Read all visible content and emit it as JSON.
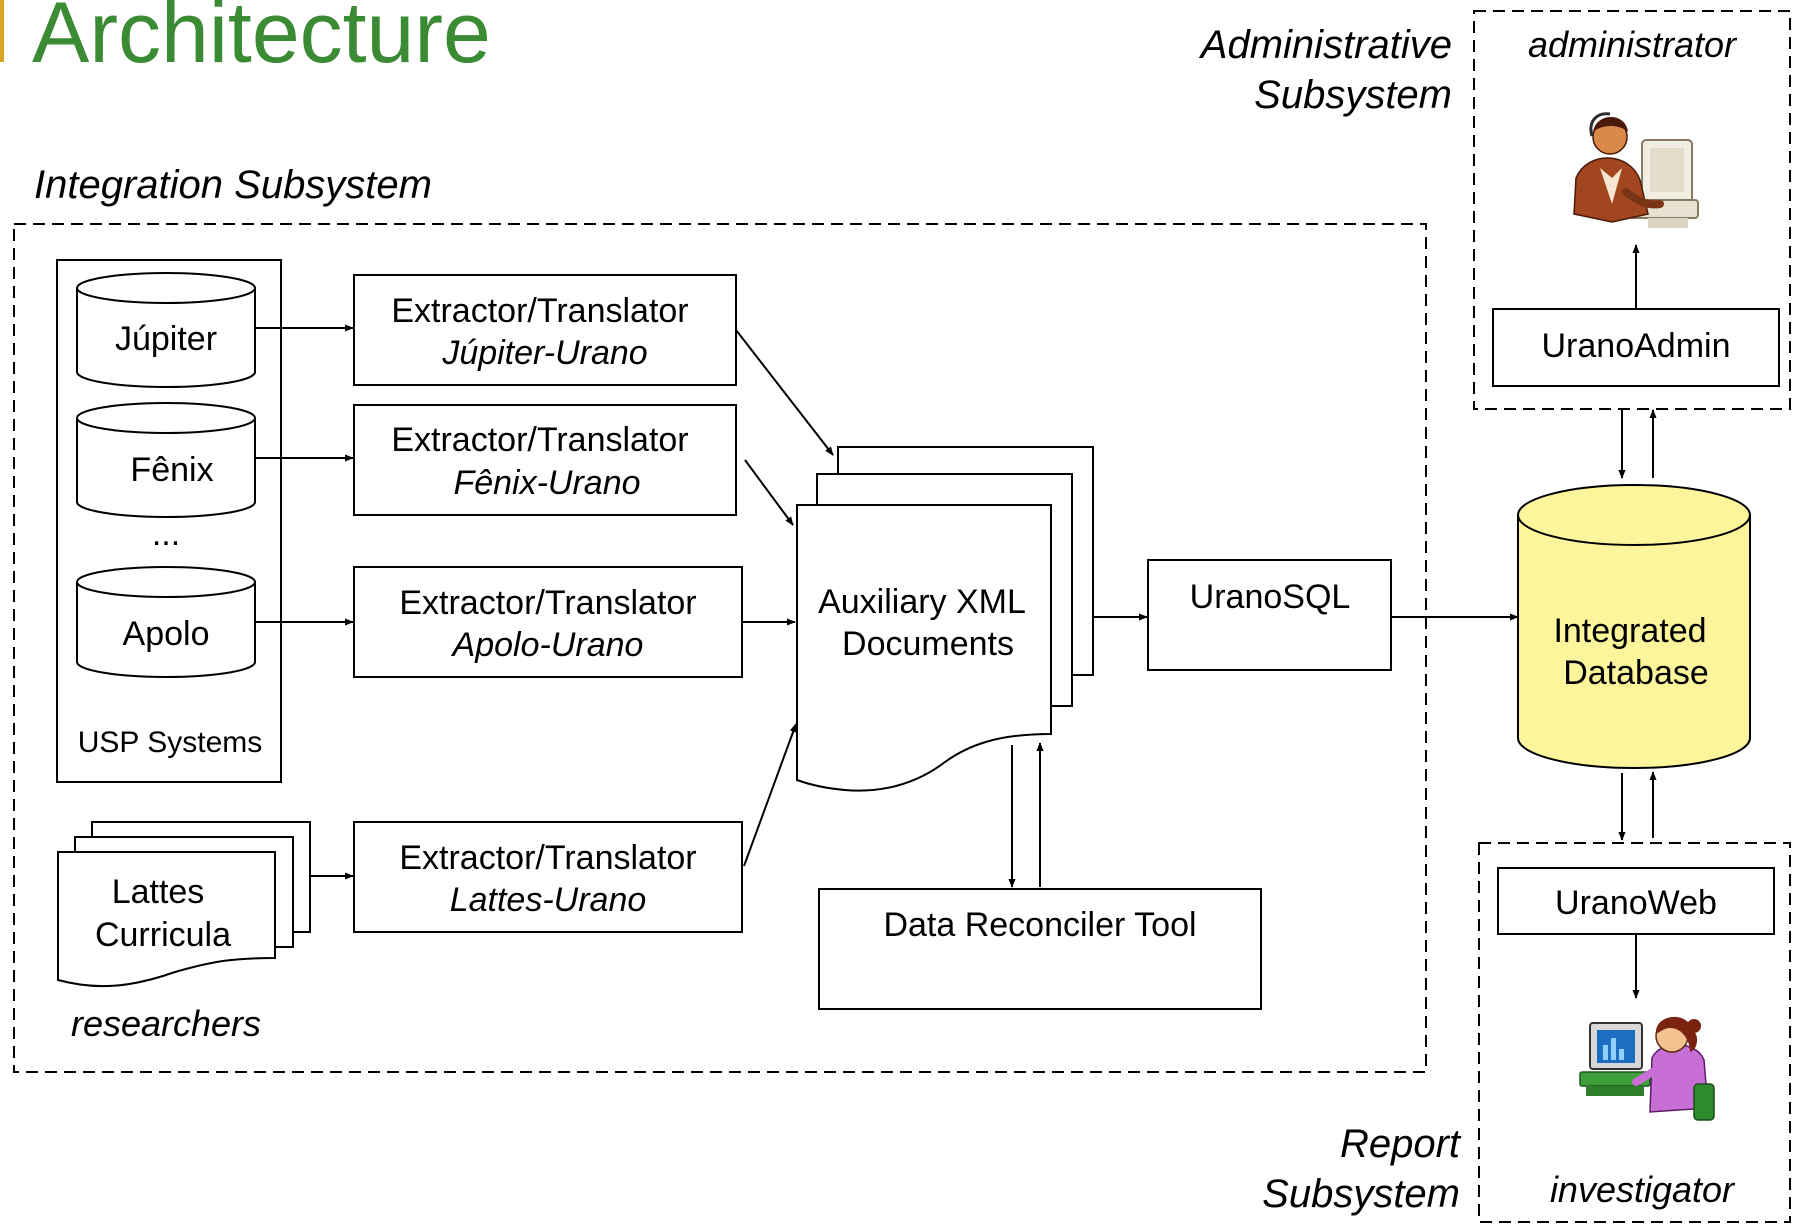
{
  "title": "Architecture",
  "colors": {
    "title": "#3b8a34",
    "title_bar": "#d9a520",
    "database_fill": "#fcf59c",
    "line": "#000000"
  },
  "integration": {
    "label": "Integration Subsystem",
    "usp_label": "USP Systems",
    "sources": [
      "Júpiter",
      "Fênix",
      "Apolo"
    ],
    "ellipsis": "...",
    "lattes_line1": "Lattes",
    "lattes_line2": "Curricula",
    "researchers_label": "researchers",
    "extractors": [
      {
        "line1": "Extractor/Translator",
        "line2": "Júpiter-Urano"
      },
      {
        "line1": "Extractor/Translator",
        "line2": "Fênix-Urano"
      },
      {
        "line1": "Extractor/Translator",
        "line2": "Apolo-Urano"
      },
      {
        "line1": "Extractor/Translator",
        "line2": "Lattes-Urano"
      }
    ],
    "xml_line1": "Auxiliary XML",
    "xml_line2": "Documents",
    "uranosql": "UranoSQL",
    "reconciler": "Data Reconciler Tool"
  },
  "database": {
    "line1": "Integrated",
    "line2": "Database"
  },
  "admin": {
    "label_line1": "Administrative",
    "label_line2": "Subsystem",
    "actor": "administrator",
    "actor_icon": "administrator-icon",
    "app": "UranoAdmin"
  },
  "report": {
    "label_line1": "Report",
    "label_line2": "Subsystem",
    "actor": "investigator",
    "actor_icon": "investigator-icon",
    "app": "UranoWeb"
  }
}
